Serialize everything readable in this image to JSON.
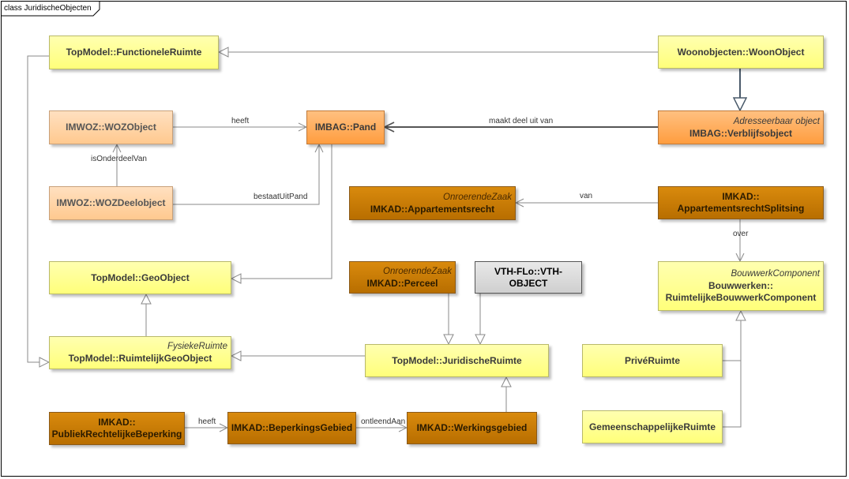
{
  "frame": {
    "title": "class JuridischeObjecten"
  },
  "nodes": {
    "functioneleruimte": {
      "name": "TopModel::FunctioneleRuimte"
    },
    "woonobject": {
      "name": "Woonobjecten::WoonObject"
    },
    "wozobject": {
      "name": "IMWOZ::WOZObject"
    },
    "pand": {
      "name": "IMBAG::Pand"
    },
    "verblijfsobject": {
      "stereotype": "Adresseerbaar object",
      "name": "IMBAG::Verblijfsobject"
    },
    "wozdeelobject": {
      "name": "IMWOZ::WOZDeelobject"
    },
    "appartementsrecht": {
      "stereotype": "OnroerendeZaak",
      "name": "IMKAD::Appartementsrecht"
    },
    "splitsing": {
      "name_line1": "IMKAD::",
      "name_line2": "AppartementsrechtSplitsing"
    },
    "geoobject": {
      "name": "TopModel::GeoObject"
    },
    "perceel": {
      "stereotype": "OnroerendeZaak",
      "name": "IMKAD::Perceel"
    },
    "vth": {
      "name": "VTH-FLo::VTH-OBJECT"
    },
    "bouwwerkcomponent": {
      "stereotype": "BouwwerkComponent",
      "name_line1": "Bouwwerken::",
      "name_line2": "RuimtelijkeBouwwerkComponent"
    },
    "ruimtelijkgeoobject": {
      "stereotype": "FysiekeRuimte",
      "name": "TopModel::RuimtelijkGeoObject"
    },
    "juridischeruimte": {
      "name": "TopModel::JuridischeRuimte"
    },
    "priveruimte": {
      "name": "PrivéRuimte"
    },
    "publiekrechtelijke": {
      "name_line1": "IMKAD::",
      "name_line2": "PubliekRechtelijkeBeperking"
    },
    "beperkingsgebied": {
      "name": "IMKAD::BeperkingsGebied"
    },
    "werkingsgebied": {
      "name": "IMKAD::Werkingsgebied"
    },
    "gemeenschappelijke": {
      "name": "GemeenschappelijkeRuimte"
    }
  },
  "relations": {
    "heeft_pand": "heeft",
    "maakt_deel_uit_van": "maakt deel uit van",
    "is_onderdeel_van": "isOnderdeelVan",
    "bestaat_uit_pand": "bestaatUitPand",
    "van": "van",
    "over": "over",
    "heeft_gebied": "heeft",
    "ontleend_aan": "ontleendAan"
  },
  "colors": {
    "topmodel": "#ffff8f",
    "imwoz": "#ffd2a6",
    "imbag": "#ffaa55",
    "imkad": "#cc7a00",
    "external": "#dcdcdc",
    "line": "#8a8a8a"
  }
}
